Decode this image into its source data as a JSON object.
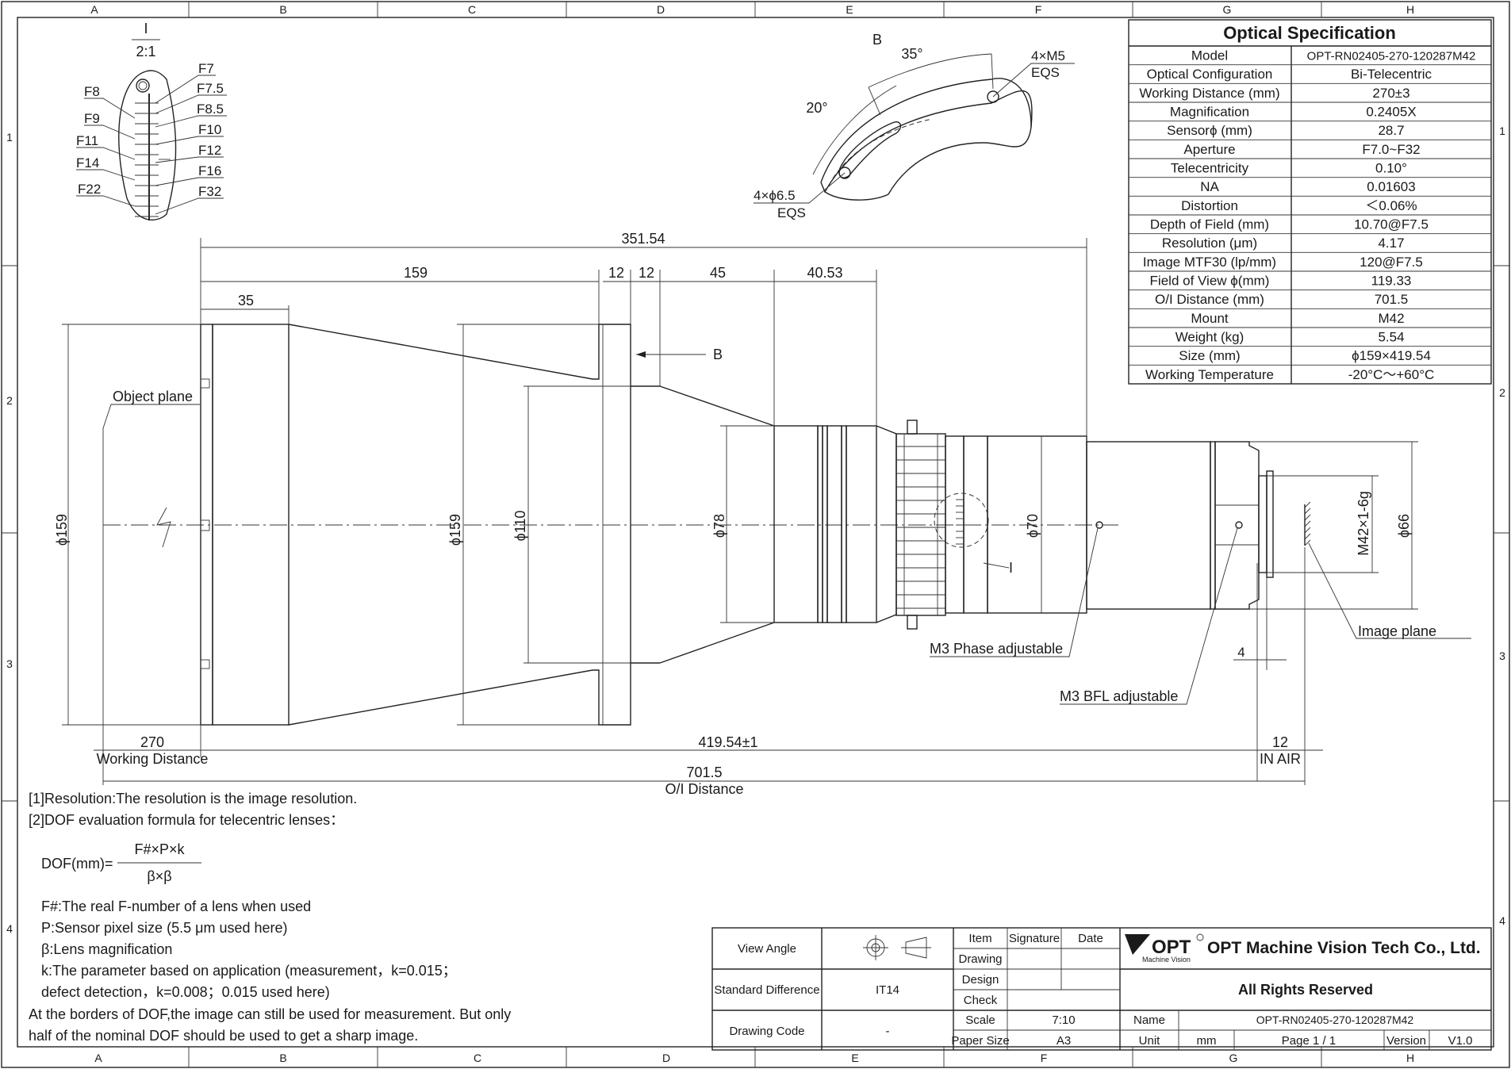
{
  "grid": {
    "columns": [
      "A",
      "B",
      "C",
      "D",
      "E",
      "F",
      "G",
      "H"
    ],
    "rows": [
      "1",
      "2",
      "3",
      "4"
    ]
  },
  "detail_i": {
    "title": "I",
    "scale": "2:1",
    "stops_left": [
      "F8",
      "F9",
      "F11",
      "F14",
      "F22"
    ],
    "stops_right": [
      "F7",
      "F7.5",
      "F8.5",
      "F10",
      "F12",
      "F16",
      "F32"
    ]
  },
  "view_b": {
    "label": "B",
    "angle_35": "35°",
    "angle_20": "20°",
    "holes_m5": [
      "4×M5",
      "EQS"
    ],
    "holes_65": [
      "4×ϕ6.5",
      "EQS"
    ]
  },
  "dimensions": {
    "d_351": "351.54",
    "d_159": "159",
    "d_35": "35",
    "d_12a": "12",
    "d_12b": "12",
    "d_45": "45",
    "d_4053": "40.53",
    "dia_159_left": "ϕ159",
    "dia_159_mid": "ϕ159",
    "dia_110": "ϕ110",
    "dia_78": "ϕ78",
    "dia_70": "ϕ70",
    "thread": "M42×1-6g",
    "dia_66": "ϕ66",
    "d_270": "270",
    "working_distance": "Working Distance",
    "d_419": "419.54±1",
    "d_12_in_air": "12",
    "in_air": "IN AIR",
    "d_4": "4",
    "d_701": "701.5",
    "oi_distance": "O/I Distance",
    "view_b_arrow": "B",
    "detail_ref": "I"
  },
  "callouts": {
    "object_plane": "Object plane",
    "image_plane": "Image plane",
    "m3_phase": "M3 Phase adjustable",
    "m3_bfl": "M3 BFL adjustable"
  },
  "spec": {
    "title": "Optical Specification",
    "rows": [
      [
        "Model",
        "OPT-RN02405-270-120287M42"
      ],
      [
        "Optical Configuration",
        "Bi-Telecentric"
      ],
      [
        "Working Distance (mm)",
        "270±3"
      ],
      [
        "Magnification",
        "0.2405X"
      ],
      [
        "Sensorϕ (mm)",
        "28.7"
      ],
      [
        "Aperture",
        "F7.0~F32"
      ],
      [
        "Telecentricity",
        "0.10°"
      ],
      [
        "NA",
        "0.01603"
      ],
      [
        "Distortion",
        "＜0.06%"
      ],
      [
        "Depth of Field (mm)",
        "10.70@F7.5"
      ],
      [
        "Resolution (μm)",
        "4.17"
      ],
      [
        "Image MTF30 (lp/mm)",
        "120@F7.5"
      ],
      [
        "Field of View ϕ(mm)",
        "119.33"
      ],
      [
        "O/I Distance (mm)",
        "701.5"
      ],
      [
        "Mount",
        "M42"
      ],
      [
        "Weight (kg)",
        "5.54"
      ],
      [
        "Size (mm)",
        "ϕ159×419.54"
      ],
      [
        "Working Temperature",
        "-20°C～+60°C"
      ]
    ]
  },
  "notes": {
    "n1": "[1]Resolution:The resolution is  the image resolution.",
    "n2": "[2]DOF evaluation formula for telecentric lenses：",
    "formula_lhs": "DOF(mm)=",
    "formula_num": "F#×P×k",
    "formula_den": "β×β",
    "defs": [
      "F#:The real F-number of a lens when used",
      "P:Sensor pixel size (5.5 μm used here)",
      "β:Lens magnification",
      "k:The parameter based on application (measurement，k=0.015；",
      "defect detection，k=0.008；0.015 used here)"
    ],
    "footer": [
      "At the borders of DOF,the image can still be used for measurement. But only",
      "half of the nominal DOF should be used to get a sharp image."
    ]
  },
  "title_block": {
    "view_angle_label": "View Angle",
    "standard_difference_label": "Standard Difference",
    "standard_difference_value": "IT14",
    "drawing_code_label": "Drawing Code",
    "drawing_code_value": "-",
    "item": "Item",
    "signature": "Signature",
    "date": "Date",
    "drawing": "Drawing",
    "design": "Design",
    "check": "Check",
    "scale_label": "Scale",
    "scale_value": "7:10",
    "paper_size_label": "Paper Size",
    "paper_size_value": "A3",
    "logo_text": "OPT",
    "logo_sub": "Machine Vision",
    "company": "OPT Machine Vision Tech Co., Ltd.",
    "rights": "All Rights Reserved",
    "name_label": "Name",
    "name_value": "OPT-RN02405-270-120287M42",
    "unit_label": "Unit",
    "unit_value": "mm",
    "page": "Page  1 / 1",
    "version_label": "Version",
    "version_value": "V1.0"
  }
}
